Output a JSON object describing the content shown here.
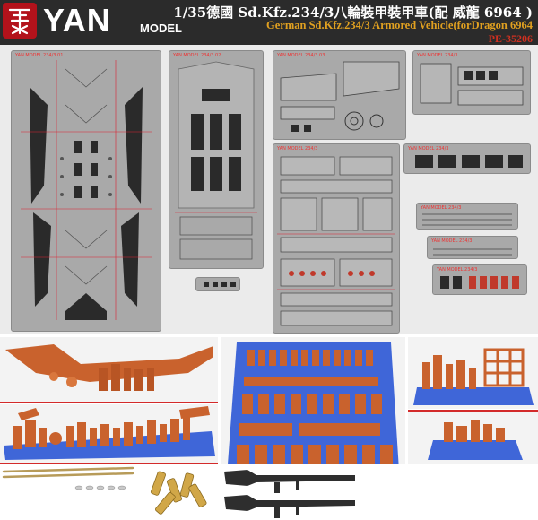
{
  "header": {
    "brand": "YAN",
    "brand_sub": "MODEL",
    "title_cn": "1/35德國 Sd.Kfz.234/3八輪裝甲裝甲車(配 威龍 6964 )",
    "title_en": "German Sd.Kfz.234/3 Armored Vehicle(forDragon 6964",
    "code": "PE-35206",
    "colors": {
      "header_bg": "#2b2b2b",
      "brand": "#ffffff",
      "english_title": "#e0a020",
      "code": "#d03020",
      "divider": "#d32a2a"
    }
  },
  "frets": [
    {
      "id": "A",
      "label": "YAN MODEL 234/3 01"
    },
    {
      "id": "B",
      "label": "YAN MODEL 234/3 02"
    },
    {
      "id": "C",
      "label": "YAN MODEL 234/3 03"
    },
    {
      "id": "D",
      "label": "YAN MODEL 234/3"
    },
    {
      "id": "E",
      "label": "YAN MODEL 234/3"
    },
    {
      "id": "F",
      "label": "YAN MODEL 234/3"
    },
    {
      "id": "G",
      "label": "YAN MODEL 234/3"
    },
    {
      "id": "H",
      "label": "YAN MODEL 234/3"
    },
    {
      "id": "I",
      "label": "YAN MODEL 234/3"
    }
  ]
}
